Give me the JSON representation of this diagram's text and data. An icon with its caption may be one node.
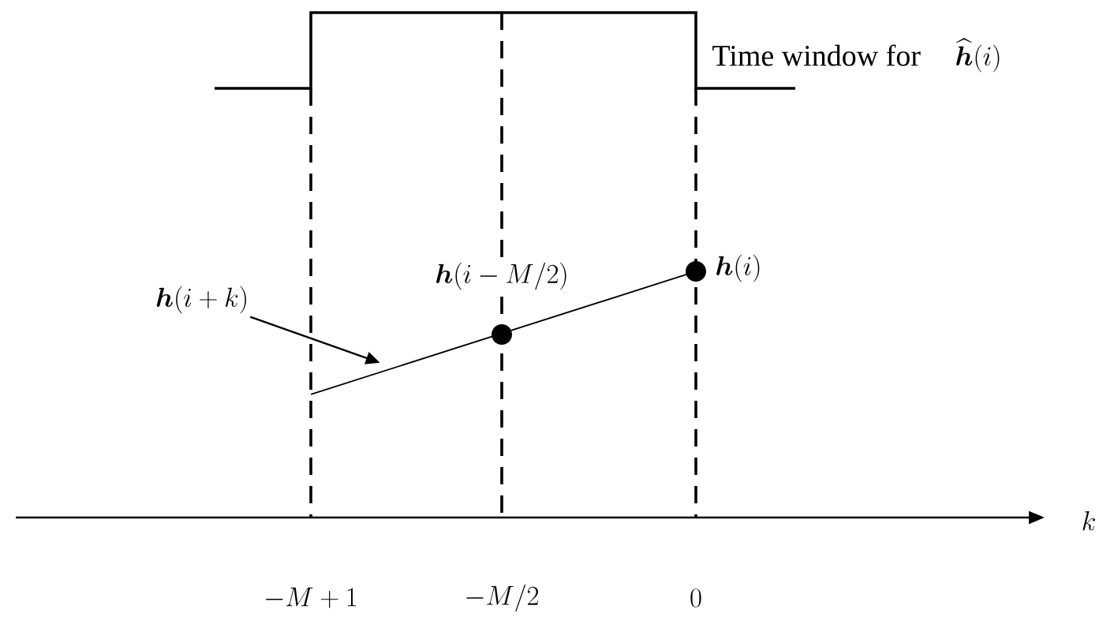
{
  "diagram": {
    "nodes": [
      {
        "text": [
          "\\boldsymbol{h}(i+k)"
        ]
      },
      {
        "text": [],
        "shape": "line"
      }
    ],
    "edges": [
      {
        "from": 0,
        "to": 1,
        "arrow": "to"
      }
    ],
    "labels": [
      "Time window for",
      "\\widehat{\\boldsymbol{h}}(i)",
      "\\boldsymbol{h}(i-M/2)",
      "\\boldsymbol{h}(i)",
      "k",
      "-M+1",
      "-M/2",
      "0"
    ]
  }
}
